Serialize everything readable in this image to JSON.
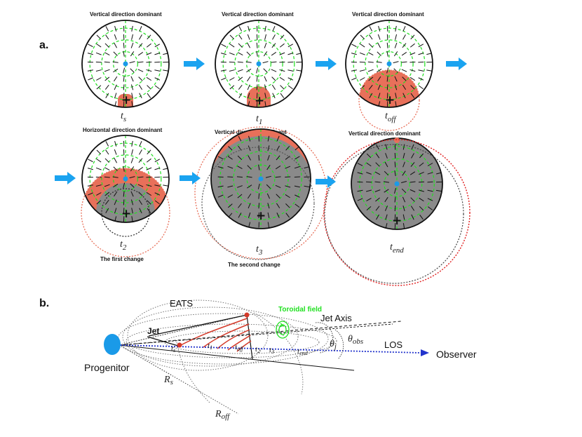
{
  "panel_a": {
    "label": "a.",
    "panels": [
      {
        "title": "Vertical direction dominant",
        "time": "t",
        "time_sub": "s",
        "note": ""
      },
      {
        "title": "Vertical direction dominant",
        "time": "t",
        "time_sub": "1",
        "note": ""
      },
      {
        "title": "Vertical direction dominant",
        "time": "t",
        "time_sub": "off",
        "note": ""
      },
      {
        "title": "Horizontal direction dominant",
        "time": "t",
        "time_sub": "2",
        "note": "The first change"
      },
      {
        "title": "Vertical direction dominant",
        "time": "t",
        "time_sub": "3",
        "note": "The second change"
      },
      {
        "title": "Vertical direction dominant",
        "time": "t",
        "time_sub": "end",
        "note": ""
      }
    ]
  },
  "panel_b": {
    "label": "b.",
    "eats": "EATS",
    "toroidal": "Toroidal field",
    "jet": "Jet",
    "jet_axis": "Jet Axis",
    "los": "LOS",
    "observer": "Observer",
    "progenitor": "Progenitor",
    "theta_j": "θ",
    "theta_j_sub": "j",
    "theta_obs": "θ",
    "theta_obs_sub": "obs",
    "rs": "R",
    "rs_sub": "s",
    "roff": "R",
    "roff_sub": "off",
    "times": [
      {
        "t": "t",
        "sub": "s"
      },
      {
        "t": "t",
        "sub": "1"
      },
      {
        "t": "t",
        "sub": "off"
      },
      {
        "t": "t",
        "sub": "2"
      },
      {
        "t": "t",
        "sub": "3"
      },
      {
        "t": "t",
        "sub": "end"
      }
    ]
  },
  "colors": {
    "arrow": "#1aa3f0",
    "shock": "#e8705a",
    "field_line": "#21e021",
    "emitting": "#8a8a8a",
    "center_dot": "#1a9ae8",
    "los": "#2233cc"
  }
}
